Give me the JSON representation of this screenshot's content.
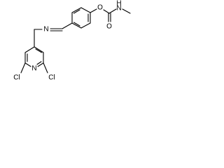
{
  "structure": {
    "atoms": {
      "O_ester": "O",
      "O_carbonyl": "O",
      "N_amide": "N",
      "H_amide": "H",
      "N_imine": "N",
      "N_pyridine": "N",
      "Cl_left": "Cl",
      "Cl_right": "Cl"
    }
  }
}
